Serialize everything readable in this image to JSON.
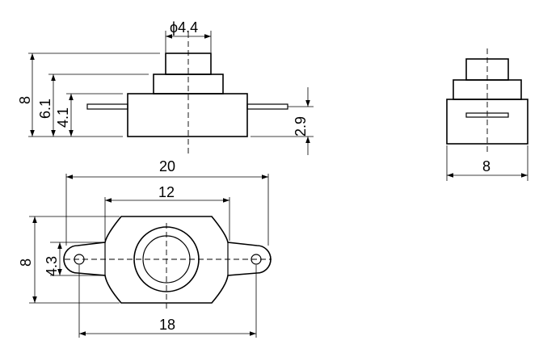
{
  "dimensions": {
    "top_dia": "ϕ4.4",
    "top_height": "8",
    "top_mid_height": "6.1",
    "top_body_height": "4.1",
    "pin_height": "2.9",
    "side_width": "8",
    "bottom_overall": "20",
    "bottom_body": "12",
    "bottom_height": "8",
    "bottom_hole_height": "4.3",
    "bottom_hole_span": "18"
  }
}
